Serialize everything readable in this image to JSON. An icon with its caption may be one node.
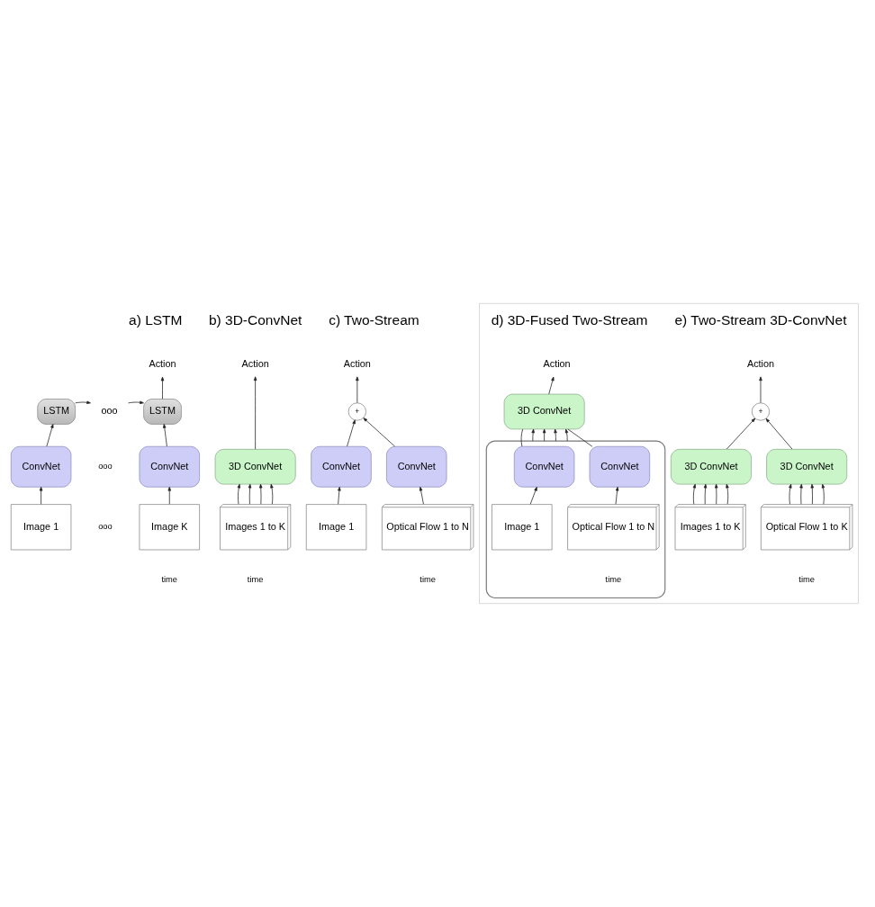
{
  "diagram": {
    "nodes": [
      {
        "text": [
          "Action"
        ]
      },
      {
        "text": [
          "LSTM"
        ]
      },
      {
        "text": [
          "ooo"
        ]
      },
      {
        "text": [
          "LSTM"
        ]
      },
      {
        "text": [
          "ConvNet"
        ]
      },
      {
        "text": [
          "ConvNet"
        ]
      },
      {
        "text": [
          "Image 1"
        ]
      },
      {
        "text": [
          "Image K"
        ]
      },
      {
        "text": [
          "Action"
        ]
      },
      {
        "text": [
          "3D ConvNet"
        ]
      },
      {
        "text": [
          "Images 1 to K"
        ]
      },
      {
        "text": [
          "Action"
        ]
      },
      {
        "text": [
          "+"
        ]
      },
      {
        "text": [
          "ConvNet"
        ]
      },
      {
        "text": [
          "ConvNet"
        ]
      },
      {
        "text": [
          "Image 1"
        ]
      },
      {
        "text": [
          "Optical Flow 1 to N"
        ]
      },
      {
        "text": [],
        "shape": "box"
      },
      {
        "text": [
          "Action"
        ],
        "in": 17
      },
      {
        "text": [
          "3D ConvNet"
        ],
        "in": 17
      },
      {
        "text": [],
        "shape": "box",
        "in": 17
      },
      {
        "text": [
          "ConvNet"
        ],
        "in": 20
      },
      {
        "text": [
          "ConvNet"
        ],
        "in": 20
      },
      {
        "text": [
          "Image 1"
        ],
        "in": 20
      },
      {
        "text": [
          "Optical Flow 1 to N"
        ],
        "in": 20
      },
      {
        "text": [
          "Action"
        ],
        "in": 17
      },
      {
        "text": [
          "+"
        ],
        "in": 17
      },
      {
        "text": [
          "3D ConvNet"
        ],
        "in": 17
      },
      {
        "text": [
          "3D ConvNet"
        ],
        "in": 17
      },
      {
        "text": [
          "Images 1 to K"
        ],
        "in": 17
      },
      {
        "text": [
          "Optical Flow 1 to K"
        ],
        "in": 17
      }
    ],
    "edges": [
      {
        "from": 6,
        "to": 4,
        "arrow": "to"
      },
      {
        "from": 4,
        "to": 1,
        "arrow": "to"
      },
      {
        "from": 1,
        "to": 2,
        "arrow": "to"
      },
      {
        "from": 2,
        "to": 3,
        "arrow": "to"
      },
      {
        "from": 7,
        "to": 5,
        "arrow": "to"
      },
      {
        "from": 5,
        "to": 3,
        "arrow": "to"
      },
      {
        "from": 3,
        "to": 0,
        "arrow": "to"
      },
      {
        "from": 10,
        "to": 9,
        "arrow": "to"
      },
      {
        "from": 10,
        "to": 9,
        "arrow": "to"
      },
      {
        "from": 10,
        "to": 9,
        "arrow": "to"
      },
      {
        "from": 10,
        "to": 9,
        "arrow": "to"
      },
      {
        "from": 9,
        "to": 8,
        "arrow": "to"
      },
      {
        "from": 15,
        "to": 13,
        "arrow": "to"
      },
      {
        "from": 16,
        "to": 14,
        "arrow": "to"
      },
      {
        "from": 13,
        "to": 12,
        "arrow": "to"
      },
      {
        "from": 14,
        "to": 12,
        "arrow": "to"
      },
      {
        "from": 12,
        "to": 11,
        "arrow": "to"
      },
      {
        "from": 23,
        "to": 21,
        "arrow": "to"
      },
      {
        "from": 24,
        "to": 22,
        "arrow": "to"
      },
      {
        "from": 21,
        "to": 19,
        "arrow": "none"
      },
      {
        "from": 22,
        "to": 19,
        "arrow": "none"
      },
      {
        "from": 20,
        "to": 19,
        "arrow": "to"
      },
      {
        "from": 20,
        "to": 19,
        "arrow": "to"
      },
      {
        "from": 20,
        "to": 19,
        "arrow": "to"
      },
      {
        "from": 20,
        "to": 19,
        "arrow": "to"
      },
      {
        "from": 19,
        "to": 18,
        "arrow": "to"
      },
      {
        "from": 29,
        "to": 27,
        "arrow": "to"
      },
      {
        "from": 29,
        "to": 27,
        "arrow": "to"
      },
      {
        "from": 29,
        "to": 27,
        "arrow": "to"
      },
      {
        "from": 29,
        "to": 27,
        "arrow": "to"
      },
      {
        "from": 30,
        "to": 28,
        "arrow": "to"
      },
      {
        "from": 30,
        "to": 28,
        "arrow": "to"
      },
      {
        "from": 30,
        "to": 28,
        "arrow": "to"
      },
      {
        "from": 30,
        "to": 28,
        "arrow": "to"
      },
      {
        "from": 27,
        "to": 26,
        "arrow": "to"
      },
      {
        "from": 28,
        "to": 26,
        "arrow": "to"
      },
      {
        "from": 26,
        "to": 25,
        "arrow": "to"
      }
    ],
    "labels": [
      "a) LSTM",
      "b) 3D-ConvNet",
      "c) Two-Stream",
      "ooo",
      "ooo",
      "time",
      "time",
      "time",
      "d) 3D-Fused Two-Stream",
      "e) Two-Stream 3D-ConvNet",
      "time",
      "time"
    ]
  }
}
